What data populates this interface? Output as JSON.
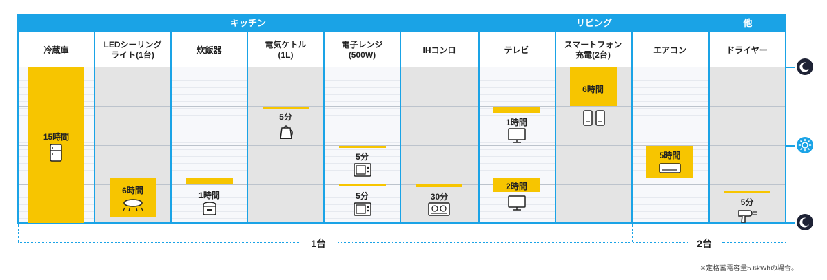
{
  "categories": [
    {
      "label": "キッチン"
    },
    {
      "label": "リビング"
    },
    {
      "label": "他"
    }
  ],
  "appliances": [
    {
      "name": "冷蔵庫",
      "duration": "15時間",
      "icon": "refrigerator-icon"
    },
    {
      "name": "LEDシーリング\nライト(1台)",
      "duration": "6時間",
      "icon": "ceiling-light-icon"
    },
    {
      "name": "炊飯器",
      "duration": "1時間",
      "icon": "rice-cooker-icon"
    },
    {
      "name": "電気ケトル\n(1L)",
      "duration": "5分",
      "icon": "kettle-icon"
    },
    {
      "name": "電子レンジ\n(500W)",
      "durations": [
        "5分",
        "5分"
      ],
      "icon": "microwave-icon"
    },
    {
      "name": "IHコンロ",
      "duration": "30分",
      "icon": "ih-stove-icon"
    },
    {
      "name": "テレビ",
      "durations": [
        "1時間",
        "2時間"
      ],
      "icon": "tv-icon"
    },
    {
      "name": "スマートフォン\n充電(2台)",
      "duration": "6時間",
      "icon": "smartphone-icon"
    },
    {
      "name": "エアコン",
      "duration": "5時間",
      "icon": "air-conditioner-icon"
    },
    {
      "name": "ドライヤー",
      "duration": "5分",
      "icon": "hair-dryer-icon"
    }
  ],
  "time_markers": [
    {
      "icon": "moon-icon"
    },
    {
      "icon": "sun-icon"
    },
    {
      "icon": "moon-icon"
    }
  ],
  "unit_labels": {
    "one": "1台",
    "two": "2台"
  },
  "footnote": "※定格蓄電容量5.6kWhの場合。",
  "colors": {
    "accent": "#1aa3e6",
    "bar": "#f7c500",
    "dark": "#1e2235"
  }
}
